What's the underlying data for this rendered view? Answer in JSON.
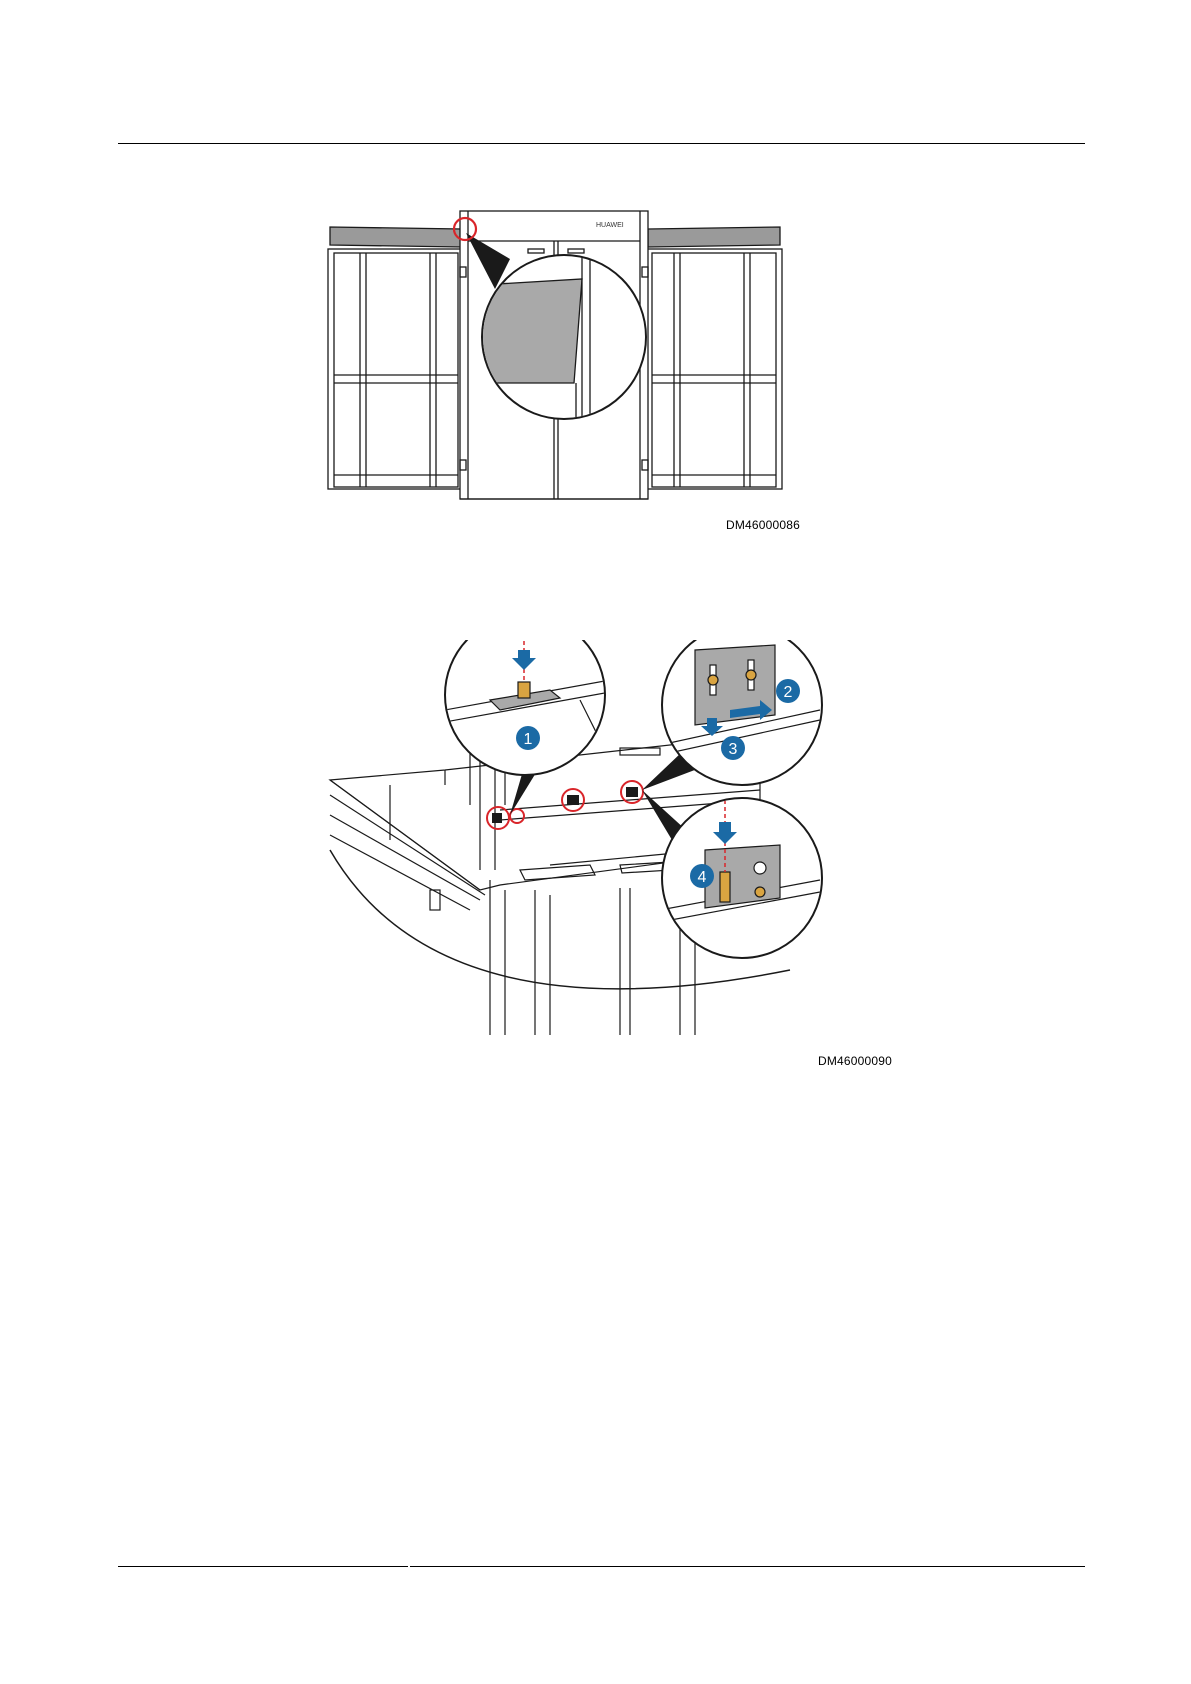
{
  "figures": [
    {
      "id_label": "DM46000086",
      "brand_text": "HUAWEI"
    },
    {
      "id_label": "DM46000090",
      "callouts": [
        "1",
        "2",
        "3",
        "4"
      ]
    }
  ],
  "colors": {
    "line": "#1a1a1a",
    "panel_gray": "#a9a9a9",
    "roof_gray": "#9a9a9a",
    "callout_blue": "#1b6aa5",
    "highlight_red": "#d9252a",
    "screw_gold": "#d9a441"
  }
}
